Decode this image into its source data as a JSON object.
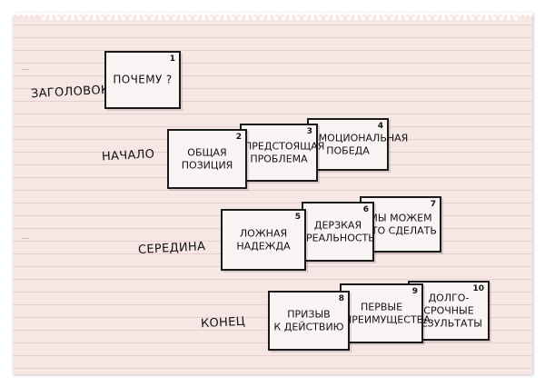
{
  "rows": [
    {
      "key": "header",
      "label": "ЗАГОЛОВОК"
    },
    {
      "key": "beginning",
      "label": "НАЧАЛО"
    },
    {
      "key": "middle",
      "label": "СЕРЕДИНА"
    },
    {
      "key": "end",
      "label": "КОНЕЦ"
    }
  ],
  "cards": [
    {
      "num": "1",
      "text": "ПОЧЕМУ ?"
    },
    {
      "num": "2",
      "text": "ОБЩАЯ\nПОЗИЦИЯ"
    },
    {
      "num": "3",
      "text": "ПРЕДСТОЯЩАЯ\nПРОБЛЕМА"
    },
    {
      "num": "4",
      "text": "ЭМОЦИОНАЛЬНАЯ\nПОБЕДА"
    },
    {
      "num": "5",
      "text": "ЛОЖНАЯ\nНАДЕЖДА"
    },
    {
      "num": "6",
      "text": "ДЕРЗКАЯ\nРЕАЛЬНОСТЬ"
    },
    {
      "num": "7",
      "text": "МЫ МОЖЕМ\nЭТО СДЕЛАТЬ"
    },
    {
      "num": "8",
      "text": "ПРИЗЫВ\nК ДЕЙСТВИЮ"
    },
    {
      "num": "9",
      "text": "ПЕРВЫЕ\nПРЕИМУЩЕСТВА"
    },
    {
      "num": "10",
      "text": "ДОЛГО-\nСРОЧНЫЕ\nРЕЗУЛЬТАТЫ"
    }
  ]
}
